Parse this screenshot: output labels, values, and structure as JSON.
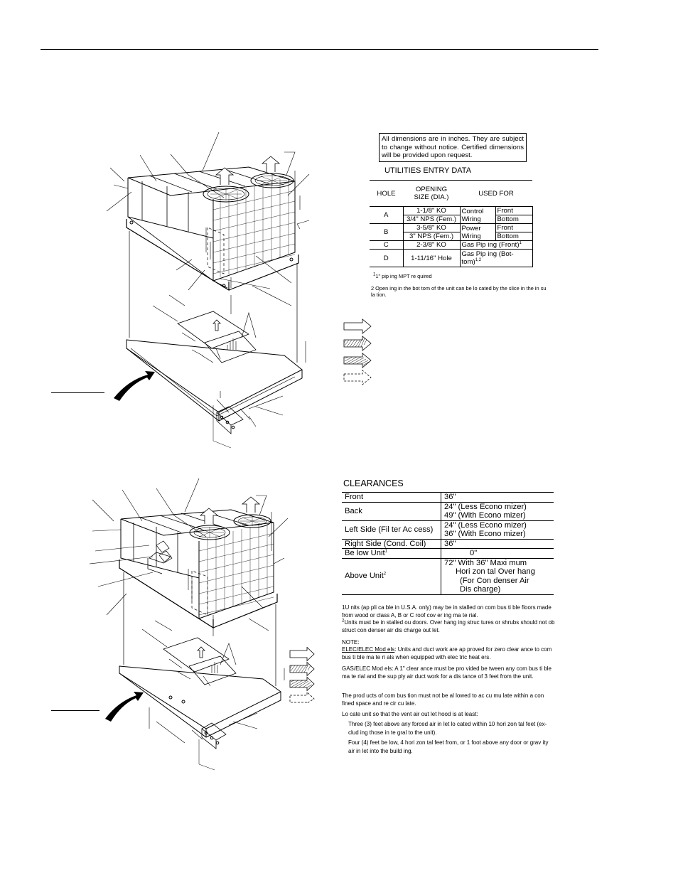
{
  "note_box": "All dimensions are in inches. They are subject to change without notice. Certified dimensions will be provided upon request.",
  "utilities": {
    "title": "UTILITIES ENTRY DATA",
    "headers": {
      "hole": "HOLE",
      "opening": "OPENING SIZE (DIA.)",
      "used": "USED FOR"
    },
    "rows": [
      {
        "hole": "A",
        "size1": "1-1/8\" KO",
        "size2": "3/4\" NPS (Fem.)",
        "use": "Control Wiring",
        "loc1": "Front",
        "loc2": "Bottom"
      },
      {
        "hole": "B",
        "size1": "3-5/8\" KO",
        "size2": "3\" NPS (Fem.)",
        "use": "Power Wiring",
        "loc1": "Front",
        "loc2": "Bottom"
      },
      {
        "hole": "C",
        "size": "2-3/8\" KO",
        "use": "Gas Pip ing (Front)"
      },
      {
        "hole": "D",
        "size": "1-11/16\" Hole",
        "use": "Gas Pip ing (Bot-tom)"
      }
    ],
    "sup_c": "1",
    "sup_d": "1,2",
    "footnote1_mark": "1",
    "footnote1": "1\" pip ing MPT re quired",
    "footnote2": "2 Open ing in the bot tom of the unit can be lo cated by the slice in the in su la tion."
  },
  "clearances": {
    "title": "CLEARANCES",
    "rows": [
      {
        "label": "Front",
        "value": "36\""
      },
      {
        "label": "Back",
        "value": "24\" (Less Econo mizer)",
        "value2": "49\" (With Econo mizer)"
      },
      {
        "label": "Left Side (Fil ter Ac cess)",
        "value": "24\" (Less Econo mizer)",
        "value2": "36\" (With Econo mizer)"
      },
      {
        "label": "Right Side (Cond. Coil)",
        "value": "36\""
      },
      {
        "label": "Be low Unit",
        "sup": "1",
        "value": "0\""
      },
      {
        "label": "Above Unit",
        "sup": "2",
        "value": "72\" With 36\" Maxi mum",
        "value2": "Hori zon tal Over hang",
        "value3": "(For Con denser Air",
        "value4": "Dis charge)"
      }
    ],
    "footnote1": "1U nits (ap pli ca ble in U.S.A. only) may be in stalled on com bus ti ble floors made from wood or class A, B or C roof cov er ing ma te rial.",
    "footnote2_mark": "2",
    "footnote2": "Units must be in stalled ou doors. Over hang ing struc tures or shrubs should not ob struct con denser air dis charge out let."
  },
  "notes": {
    "label": "NOTE:",
    "elec_label": "ELEC/ELEC Mod els",
    "elec_text": ": Units and duct work are ap proved for zero clear ance to com bus ti ble ma te ri als when equipped with elec tric heat ers.",
    "gas": "GAS/ELEC Mod els: A 1\" clear ance must be pro vided be tween any com bus ti ble ma te rial and the sup ply air duct work for a dis tance of 3 feet from the unit.",
    "products": "The prod ucts of com bus tion must not be al lowed to ac cu mu late within a con fined space and re cir cu late.",
    "locate": "Lo cate unit so that the vent air out let hood is at least:",
    "three": "Three (3) feet above any forced air in let lo cated within 10 hori zon tal feet (ex- clud ing those in te gral to the unit).",
    "four": "Four (4) feet be low, 4 hori zon tal feet from, or 1 foot above any door or grav ity air in let into the build ing."
  }
}
